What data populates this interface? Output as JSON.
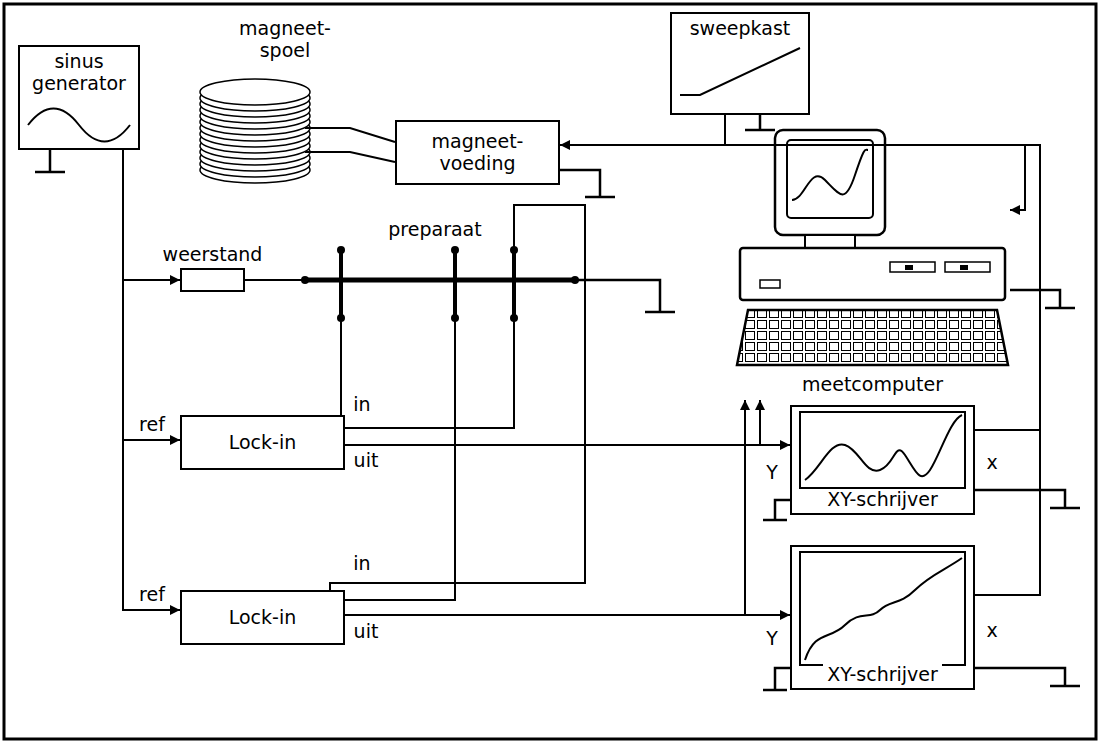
{
  "diagram": {
    "nodes": [
      {
        "text": [
          "sinus generator"
        ]
      },
      {
        "text": [
          "magneet- voeding"
        ]
      },
      {
        "text": [
          "sweepkast"
        ]
      },
      {
        "text": [
          "weerstand"
        ]
      },
      {
        "text": [
          "Lock-in"
        ]
      },
      {
        "text": [
          "Lock-in"
        ]
      },
      {
        "text": [
          "XY-schrijver"
        ]
      },
      {
        "text": [
          "XY-schrijver"
        ]
      },
      {
        "text": [
          "meetcomputer"
        ]
      }
    ],
    "edges": [
      {
        "from": 0,
        "to": 3,
        "arrow": "to"
      },
      {
        "from": 0,
        "to": 4,
        "arrow": "to"
      },
      {
        "from": 0,
        "to": 5,
        "arrow": "to"
      },
      {
        "from": 2,
        "to": 1,
        "arrow": "to"
      },
      {
        "from": 2,
        "to": 8,
        "arrow": "to"
      },
      {
        "from": 2,
        "to": 6,
        "arrow": "none"
      },
      {
        "from": 2,
        "to": 7,
        "arrow": "none"
      },
      {
        "from": 4,
        "to": 6,
        "arrow": "to"
      },
      {
        "from": 4,
        "to": 8,
        "arrow": "to"
      },
      {
        "from": 5,
        "to": 7,
        "arrow": "to"
      },
      {
        "from": 5,
        "to": 8,
        "arrow": "to"
      }
    ],
    "labels": [
      "magneet- spoel",
      "preparaat",
      "ref",
      "in",
      "uit",
      "ref",
      "in",
      "uit",
      "Y",
      "x",
      "Y",
      "x"
    ]
  }
}
